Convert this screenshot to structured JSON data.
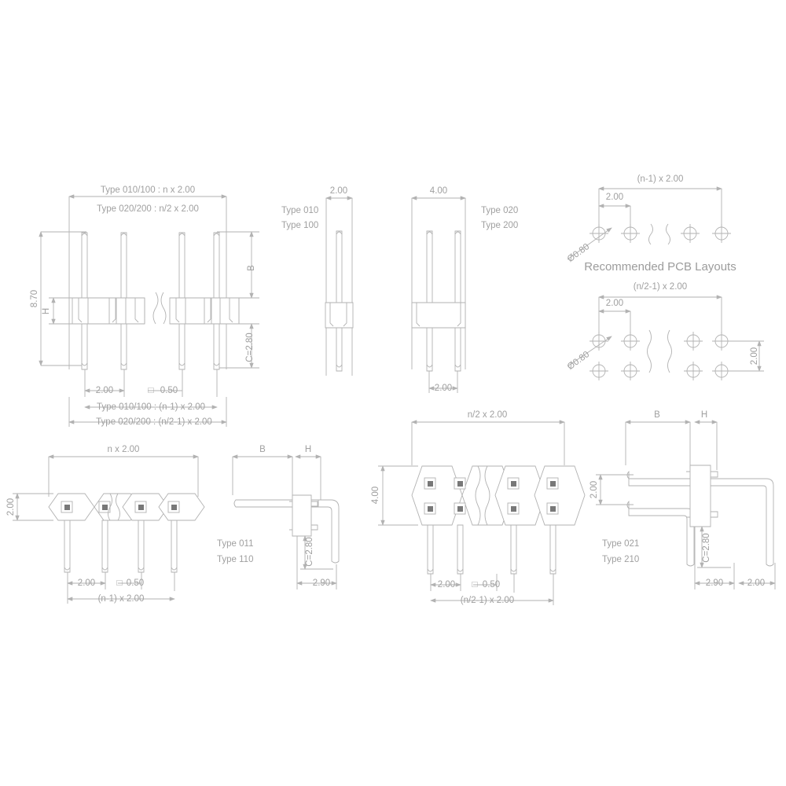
{
  "drawing": {
    "title": "Pin Header Technical Drawing — 2.00 mm pitch",
    "line_color": "#b2b2b2",
    "text_color": "#9e9e9e",
    "hatch_color": "#707070",
    "background": "#ffffff"
  },
  "views": {
    "front_single_double": {
      "name": "front-elevation-view",
      "top_dim_1": "Type 010/100 :  n x 2.00",
      "top_dim_2": "Type 020/200 : n/2 x 2.00",
      "left_dim_overall": "8.70",
      "left_dim_body": "H",
      "right_dim_top": "B",
      "right_dim_bottom": "C=2.80",
      "bottom_pitch": "2.00",
      "bottom_pin_size": "0.50",
      "bottom_pin_symbol": "□",
      "bottom_dim_1": "Type 010/100 : (n-1) x 2.00",
      "bottom_dim_2": "Type 020/200 : (n/2-1) x 2.00"
    },
    "side_single": {
      "name": "side-view-single-row",
      "top_dim": "2.00",
      "label_1": "Type 010",
      "label_2": "Type 100"
    },
    "side_double": {
      "name": "side-view-double-row",
      "top_dim": "4.00",
      "label_1": "Type 020",
      "label_2": "Type 200",
      "bottom_dim": "2.00"
    },
    "pcb_single": {
      "name": "pcb-layout-single-row",
      "top_dim": "(n-1) x 2.00",
      "pitch_dim": "2.00",
      "hole_dim": "Ø0.80",
      "caption": "Recommended PCB Layouts"
    },
    "pcb_double": {
      "name": "pcb-layout-double-row",
      "top_dim": "(n/2-1) x 2.00",
      "pitch_dim": "2.00",
      "hole_dim": "Ø0.80",
      "row_dim": "2.00"
    },
    "top_single": {
      "name": "top-view-single-row",
      "top_dim": "n x 2.00",
      "left_dim": "2.00",
      "pitch_dim": "2.00",
      "pin_size": "0.50",
      "pin_symbol": "□",
      "bottom_dim": "(n-1) x 2.00"
    },
    "ra_single": {
      "name": "right-angle-view-single-row",
      "dim_b": "B",
      "dim_h": "H",
      "dim_c": "C=2.80",
      "dim_bottom": "2.90",
      "label_1": "Type 011",
      "label_2": "Type 110"
    },
    "top_double": {
      "name": "top-view-double-row",
      "top_dim": "n/2 x 2.00",
      "left_dim": "4.00",
      "pitch_dim": "2.00",
      "pin_size": "0.50",
      "pin_symbol": "□",
      "bottom_dim": "(n/2-1) x 2.00"
    },
    "ra_double": {
      "name": "right-angle-view-double-row",
      "dim_b": "B",
      "dim_h": "H",
      "dim_c": "C=2.80",
      "dim_row": "2.00",
      "dim_bottom_1": "2.90",
      "dim_bottom_2": "2.00",
      "label_1": "Type 021",
      "label_2": "Type 210"
    }
  }
}
